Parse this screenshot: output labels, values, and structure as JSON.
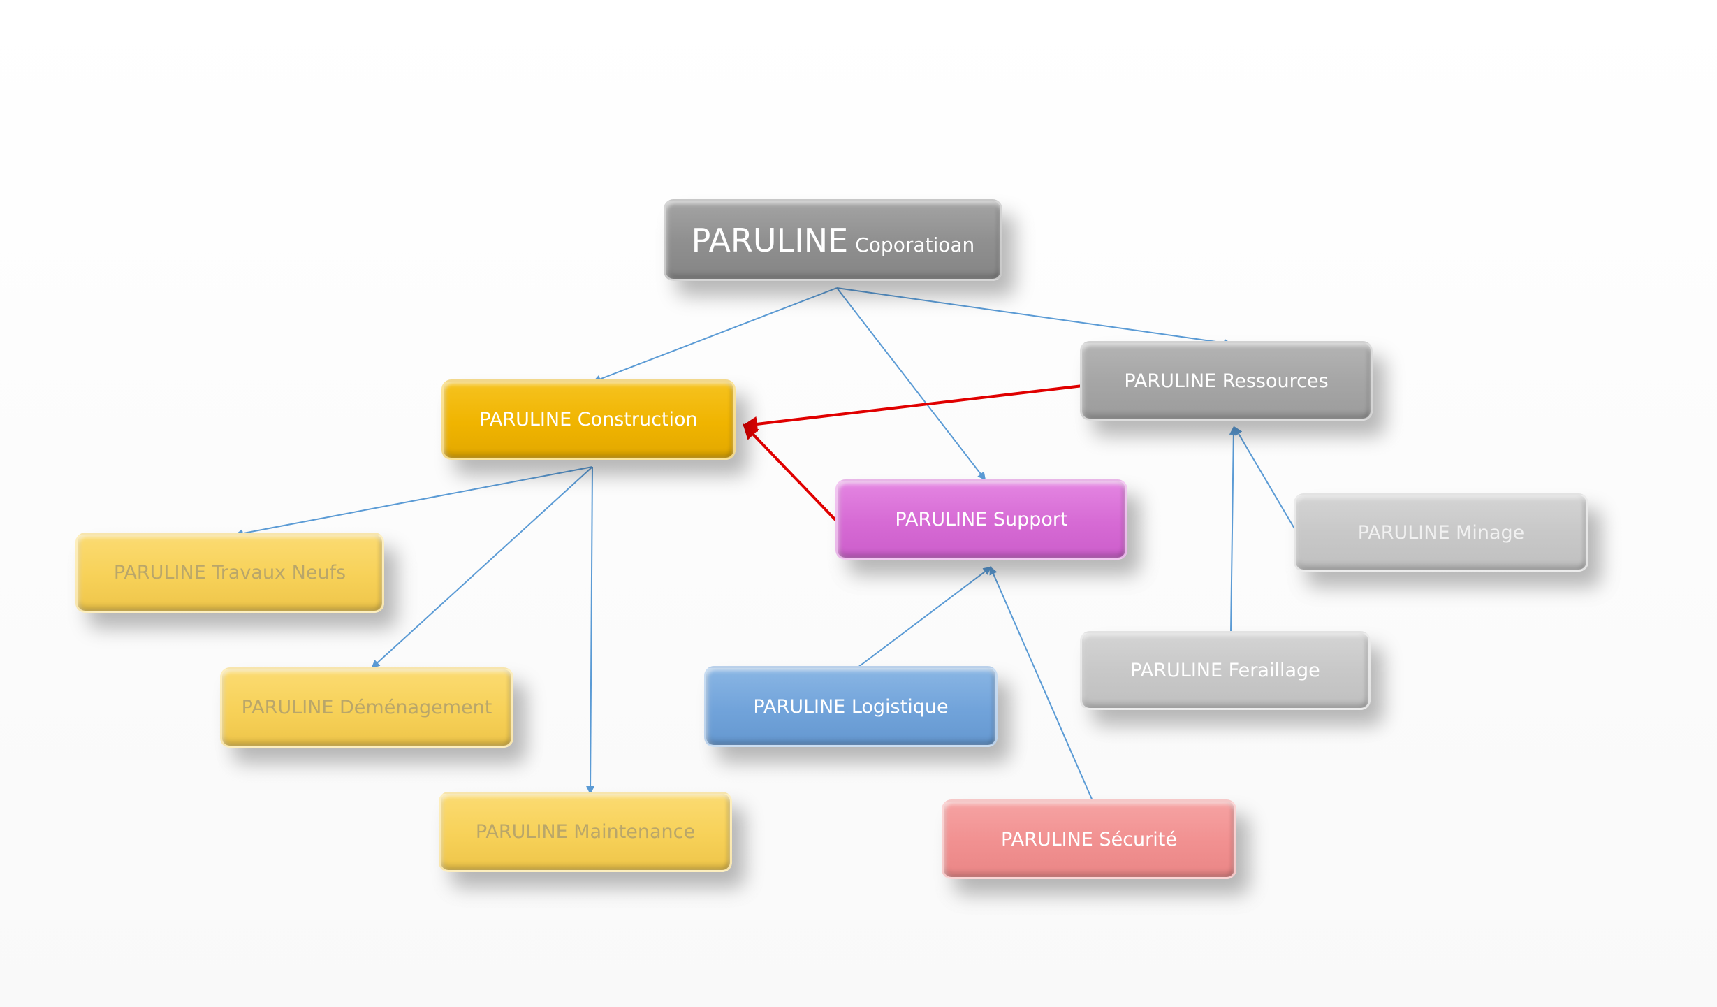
{
  "diagram": {
    "root": {
      "title": "PARULINE",
      "subtitle": "Coporatioan"
    },
    "nodes": {
      "construction": "PARULINE Construction",
      "ressources": "PARULINE Ressources",
      "support": "PARULINE Support",
      "travaux_neufs": "PARULINE Travaux Neufs",
      "demenagement": "PARULINE Déménagement",
      "maintenance": "PARULINE Maintenance",
      "logistique": "PARULINE Logistique",
      "securite": "PARULINE Sécurité",
      "minage": "PARULINE Minage",
      "feraillage": "PARULINE Feraillage"
    },
    "colors": {
      "root": "#909090",
      "construction": "#f0b400",
      "ressources": "#a6a6a6",
      "support": "#d66ad4",
      "sub_construction": "#f7d158",
      "logistique": "#71a3da",
      "securite": "#f19090",
      "sub_ressources": "#c8c8c8",
      "connector": "#5b9bd5",
      "highlight_connector": "#e00000"
    }
  }
}
